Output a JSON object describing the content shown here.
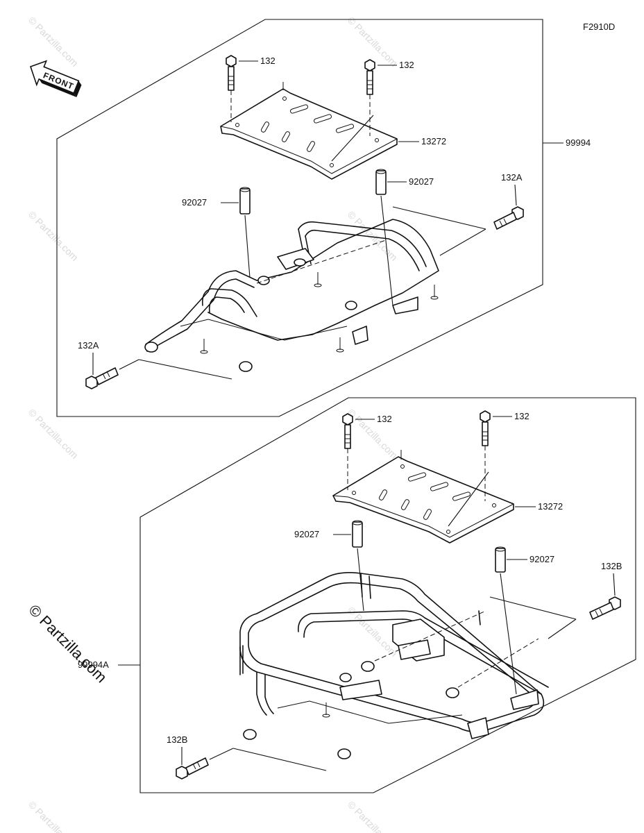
{
  "diagram_code": "F2910D",
  "front_label": "FRONT",
  "watermarks": {
    "small": "© Partzilla.com",
    "large": "© Partzilla.com"
  },
  "upper_assembly": {
    "callouts": {
      "bolt_left": "132",
      "bolt_right": "132",
      "plate": "13272",
      "collar_right": "92027",
      "collar_left": "92027",
      "rack": "99994",
      "bolt_rear": "132A",
      "bolt_front": "132A"
    }
  },
  "lower_assembly": {
    "callouts": {
      "bolt_left": "132",
      "bolt_right": "132",
      "plate": "13272",
      "collar_left": "92027",
      "collar_right": "92027",
      "rack": "99994A",
      "bolt_rear": "132B",
      "bolt_front": "132B"
    }
  }
}
